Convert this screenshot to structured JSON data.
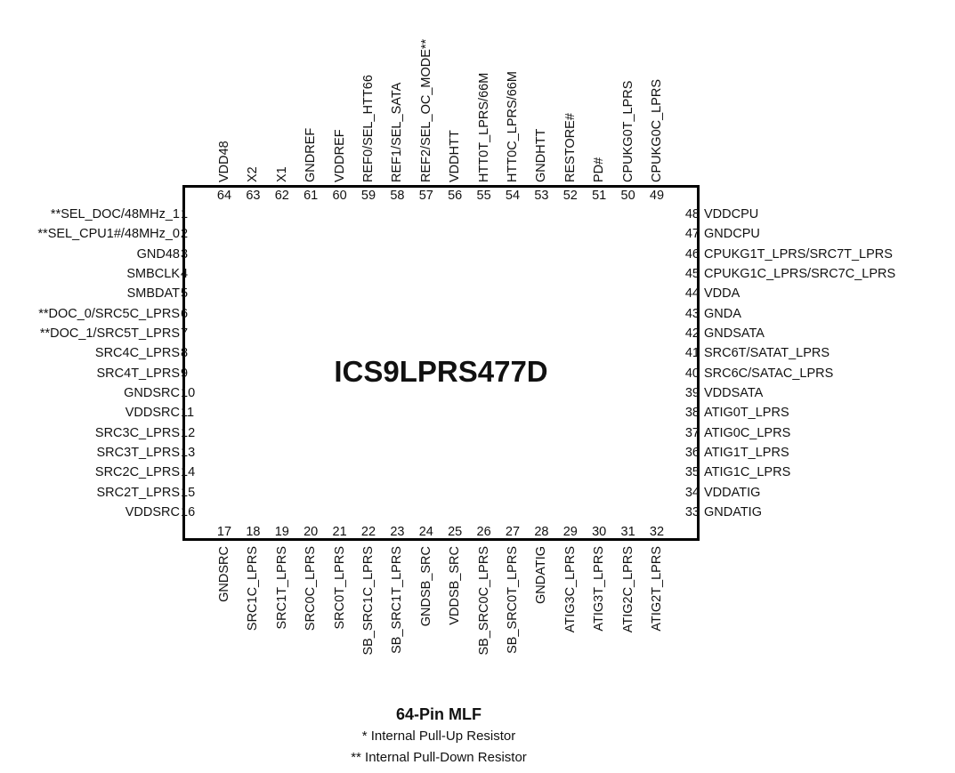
{
  "chip": {
    "title": "ICS9LPRS477D"
  },
  "pins": {
    "left": [
      {
        "num": "1",
        "label": "**SEL_DOC/48MHz_1"
      },
      {
        "num": "2",
        "label": "**SEL_CPU1#/48MHz_0"
      },
      {
        "num": "3",
        "label": "GND48"
      },
      {
        "num": "4",
        "label": "SMBCLK"
      },
      {
        "num": "5",
        "label": "SMBDAT"
      },
      {
        "num": "6",
        "label": "**DOC_0/SRC5C_LPRS"
      },
      {
        "num": "7",
        "label": "**DOC_1/SRC5T_LPRS"
      },
      {
        "num": "8",
        "label": "SRC4C_LPRS"
      },
      {
        "num": "9",
        "label": "SRC4T_LPRS"
      },
      {
        "num": "10",
        "label": "GNDSRC"
      },
      {
        "num": "11",
        "label": "VDDSRC"
      },
      {
        "num": "12",
        "label": "SRC3C_LPRS"
      },
      {
        "num": "13",
        "label": "SRC3T_LPRS"
      },
      {
        "num": "14",
        "label": "SRC2C_LPRS"
      },
      {
        "num": "15",
        "label": "SRC2T_LPRS"
      },
      {
        "num": "16",
        "label": "VDDSRC"
      }
    ],
    "right": [
      {
        "num": "48",
        "label": "VDDCPU"
      },
      {
        "num": "47",
        "label": "GNDCPU"
      },
      {
        "num": "46",
        "label": "CPUKG1T_LPRS/SRC7T_LPRS"
      },
      {
        "num": "45",
        "label": "CPUKG1C_LPRS/SRC7C_LPRS"
      },
      {
        "num": "44",
        "label": "VDDA"
      },
      {
        "num": "43",
        "label": "GNDA"
      },
      {
        "num": "42",
        "label": "GNDSATA"
      },
      {
        "num": "41",
        "label": "SRC6T/SATAT_LPRS"
      },
      {
        "num": "40",
        "label": "SRC6C/SATAC_LPRS"
      },
      {
        "num": "39",
        "label": "VDDSATA"
      },
      {
        "num": "38",
        "label": "ATIG0T_LPRS"
      },
      {
        "num": "37",
        "label": "ATIG0C_LPRS"
      },
      {
        "num": "36",
        "label": "ATIG1T_LPRS"
      },
      {
        "num": "35",
        "label": "ATIG1C_LPRS"
      },
      {
        "num": "34",
        "label": "VDDATIG"
      },
      {
        "num": "33",
        "label": "GNDATIG"
      }
    ],
    "top": [
      {
        "num": "64",
        "label": "VDD48"
      },
      {
        "num": "63",
        "label": "X2"
      },
      {
        "num": "62",
        "label": "X1"
      },
      {
        "num": "61",
        "label": "GNDREF"
      },
      {
        "num": "60",
        "label": "VDDREF"
      },
      {
        "num": "59",
        "label": "REF0/SEL_HTT66"
      },
      {
        "num": "58",
        "label": "REF1/SEL_SATA"
      },
      {
        "num": "57",
        "label": "REF2/SEL_OC_MODE**"
      },
      {
        "num": "56",
        "label": "VDDHTT"
      },
      {
        "num": "55",
        "label": "HTT0T_LPRS/66M"
      },
      {
        "num": "54",
        "label": "HTT0C_LPRS/66M"
      },
      {
        "num": "53",
        "label": "GNDHTT"
      },
      {
        "num": "52",
        "label": "RESTORE#"
      },
      {
        "num": "51",
        "label": "PD#"
      },
      {
        "num": "50",
        "label": "CPUKG0T_LPRS"
      },
      {
        "num": "49",
        "label": "CPUKG0C_LPRS"
      }
    ],
    "bottom": [
      {
        "num": "17",
        "label": "GNDSRC"
      },
      {
        "num": "18",
        "label": "SRC1C_LPRS"
      },
      {
        "num": "19",
        "label": "SRC1T_LPRS"
      },
      {
        "num": "20",
        "label": "SRC0C_LPRS"
      },
      {
        "num": "21",
        "label": "SRC0T_LPRS"
      },
      {
        "num": "22",
        "label": "SB_SRC1C_LPRS"
      },
      {
        "num": "23",
        "label": "SB_SRC1T_LPRS"
      },
      {
        "num": "24",
        "label": "GNDSB_SRC"
      },
      {
        "num": "25",
        "label": "VDDSB_SRC"
      },
      {
        "num": "26",
        "label": "SB_SRC0C_LPRS"
      },
      {
        "num": "27",
        "label": "SB_SRC0T_LPRS"
      },
      {
        "num": "28",
        "label": "GNDATIG"
      },
      {
        "num": "29",
        "label": "ATIG3C_LPRS"
      },
      {
        "num": "30",
        "label": "ATIG3T_LPRS"
      },
      {
        "num": "31",
        "label": "ATIG2C_LPRS"
      },
      {
        "num": "32",
        "label": "ATIG2T_LPRS"
      }
    ]
  },
  "footer": {
    "package": "64-Pin MLF",
    "note_pullup": "* Internal Pull-Up Resistor",
    "note_pulldown": "** Internal Pull-Down Resistor"
  }
}
